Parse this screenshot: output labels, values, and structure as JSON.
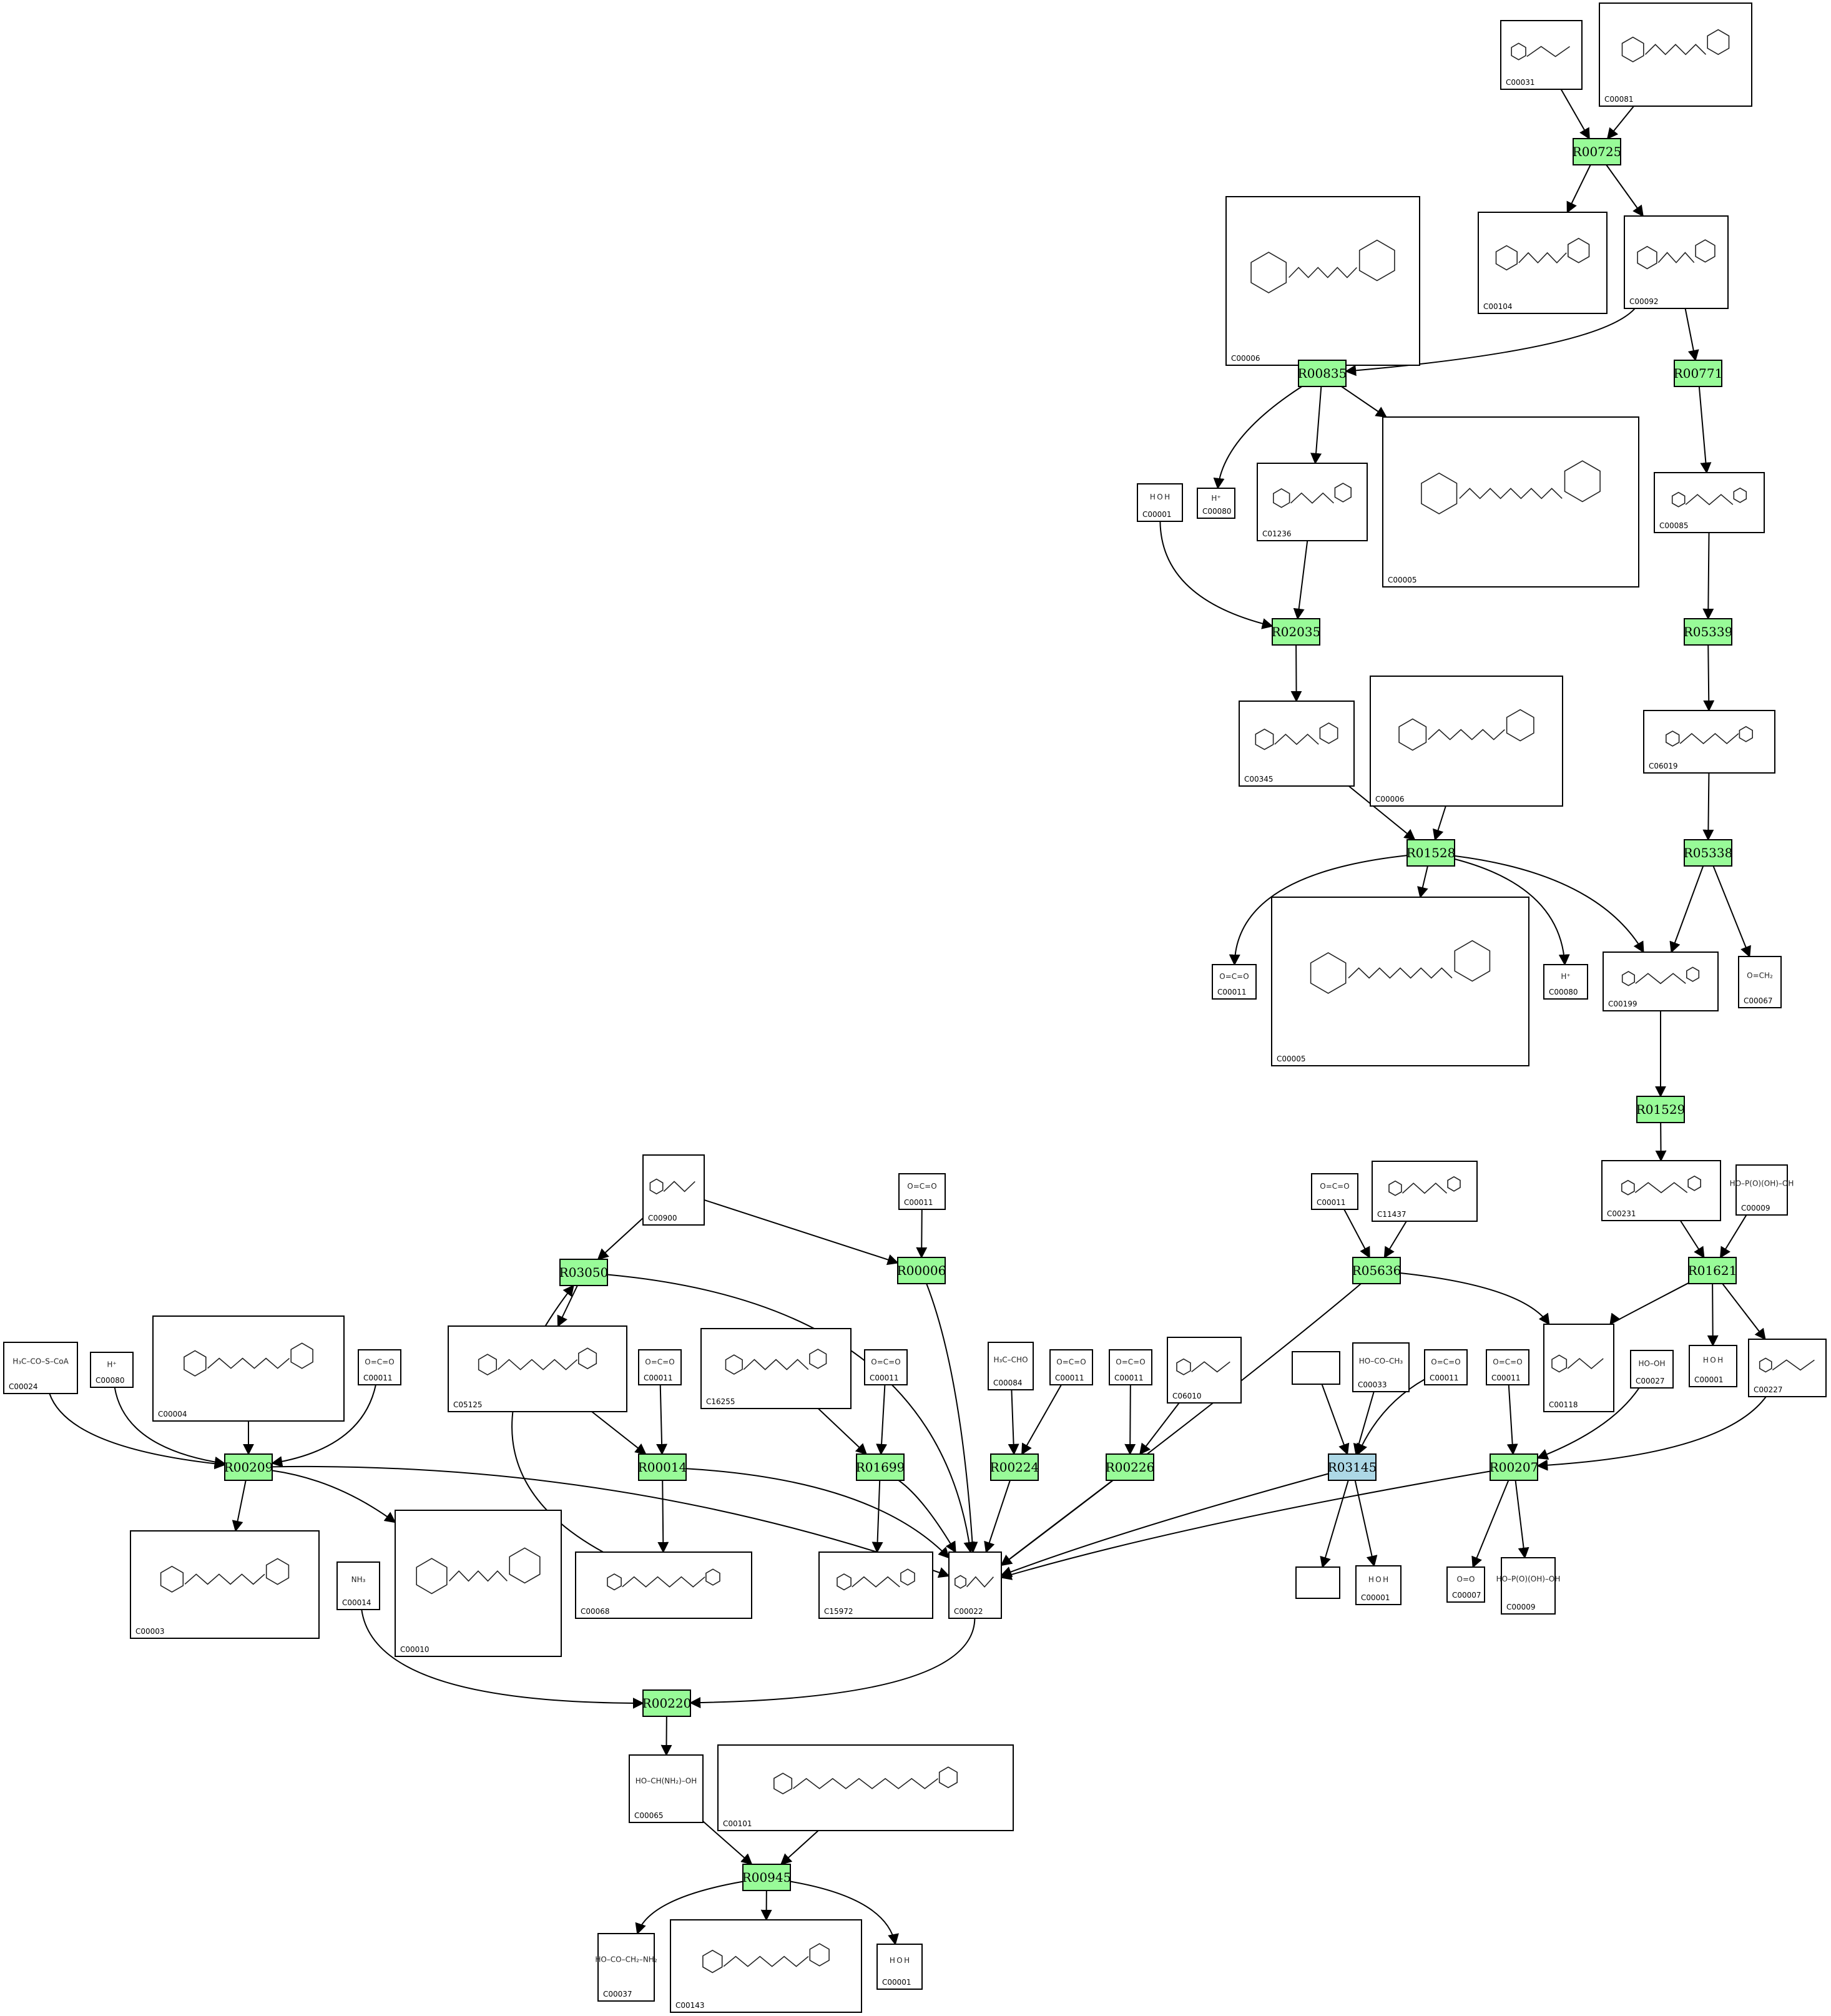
{
  "colors": {
    "reaction": "#98fb98",
    "reaction_highlight": "#add8e6",
    "edge": "#000000"
  },
  "reactions": [
    {
      "id": "R00725",
      "label": "R00725"
    },
    {
      "id": "R00835",
      "label": "R00835"
    },
    {
      "id": "R00771",
      "label": "R00771"
    },
    {
      "id": "R02035",
      "label": "R02035"
    },
    {
      "id": "R05339",
      "label": "R05339"
    },
    {
      "id": "R01528",
      "label": "R01528"
    },
    {
      "id": "R05338",
      "label": "R05338"
    },
    {
      "id": "R01529",
      "label": "R01529"
    },
    {
      "id": "R03050",
      "label": "R03050"
    },
    {
      "id": "R00006",
      "label": "R00006"
    },
    {
      "id": "R05636",
      "label": "R05636"
    },
    {
      "id": "R01621",
      "label": "R01621"
    },
    {
      "id": "R00209",
      "label": "R00209"
    },
    {
      "id": "R00014",
      "label": "R00014"
    },
    {
      "id": "R01699",
      "label": "R01699"
    },
    {
      "id": "R00224",
      "label": "R00224"
    },
    {
      "id": "R00226",
      "label": "R00226"
    },
    {
      "id": "R03145",
      "label": "R03145",
      "highlight": true
    },
    {
      "id": "R00207",
      "label": "R00207"
    },
    {
      "id": "R00220",
      "label": "R00220"
    },
    {
      "id": "R00945",
      "label": "R00945"
    }
  ],
  "compounds": [
    {
      "id": "n1",
      "label": "C00031"
    },
    {
      "id": "n2",
      "label": "C00081"
    },
    {
      "id": "n3",
      "label": "C00006"
    },
    {
      "id": "n4",
      "label": "C00104"
    },
    {
      "id": "n5",
      "label": "C00092"
    },
    {
      "id": "n6",
      "label": "C00001"
    },
    {
      "id": "n7",
      "label": "C00080"
    },
    {
      "id": "n8",
      "label": "C01236"
    },
    {
      "id": "n9",
      "label": "C00005"
    },
    {
      "id": "n10",
      "label": "C00085"
    },
    {
      "id": "n11",
      "label": "C00345"
    },
    {
      "id": "n12",
      "label": "C00006"
    },
    {
      "id": "n13",
      "label": "C06019"
    },
    {
      "id": "n14",
      "label": "C00011"
    },
    {
      "id": "n15",
      "label": "C00005"
    },
    {
      "id": "n16",
      "label": "C00080"
    },
    {
      "id": "n17",
      "label": "C00199"
    },
    {
      "id": "n18",
      "label": "C00067"
    },
    {
      "id": "n19",
      "label": "C00900"
    },
    {
      "id": "n20",
      "label": "C00011"
    },
    {
      "id": "n21",
      "label": "C00011"
    },
    {
      "id": "n22",
      "label": "C11437"
    },
    {
      "id": "n23",
      "label": "C00231"
    },
    {
      "id": "n24",
      "label": "C00009"
    },
    {
      "id": "n25",
      "label": "C00024"
    },
    {
      "id": "n26",
      "label": "C00080"
    },
    {
      "id": "n27",
      "label": "C00004"
    },
    {
      "id": "n28",
      "label": "C00011"
    },
    {
      "id": "n29",
      "label": "C05125"
    },
    {
      "id": "n30",
      "label": "C00011"
    },
    {
      "id": "n31",
      "label": "C16255"
    },
    {
      "id": "n32",
      "label": "C00011"
    },
    {
      "id": "n33",
      "label": "C00084"
    },
    {
      "id": "n34",
      "label": "C00011"
    },
    {
      "id": "n35",
      "label": "C00011"
    },
    {
      "id": "n36",
      "label": "C06010"
    },
    {
      "id": "n37",
      "label": ""
    },
    {
      "id": "n38",
      "label": "C00033"
    },
    {
      "id": "n39",
      "label": "C00011"
    },
    {
      "id": "n40",
      "label": "C00011"
    },
    {
      "id": "n41",
      "label": "C00118"
    },
    {
      "id": "n42",
      "label": "C00027"
    },
    {
      "id": "n43",
      "label": "C00001"
    },
    {
      "id": "n44",
      "label": "C00227"
    },
    {
      "id": "n45",
      "label": "C00003"
    },
    {
      "id": "n46",
      "label": "C00010"
    },
    {
      "id": "n47",
      "label": "C00014"
    },
    {
      "id": "n48",
      "label": "C00068"
    },
    {
      "id": "n49",
      "label": "C15972"
    },
    {
      "id": "n50",
      "label": "C00022"
    },
    {
      "id": "n51",
      "label": ""
    },
    {
      "id": "n52",
      "label": "C00001"
    },
    {
      "id": "n53",
      "label": "C00007"
    },
    {
      "id": "n54",
      "label": "C00009"
    },
    {
      "id": "n55",
      "label": "C00065"
    },
    {
      "id": "n56",
      "label": "C00101"
    },
    {
      "id": "n57",
      "label": "C00037"
    },
    {
      "id": "n58",
      "label": "C00143"
    },
    {
      "id": "n59",
      "label": "C00001"
    }
  ],
  "structure_labels": {
    "n6": "H O H",
    "n7": "H⁺",
    "n16": "H⁺",
    "n26": "H⁺",
    "n14": "O=C=O",
    "n20": "O=C=O",
    "n21": "O=C=O",
    "n28": "O=C=O",
    "n30": "O=C=O",
    "n32": "O=C=O",
    "n34": "O=C=O",
    "n35": "O=C=O",
    "n39": "O=C=O",
    "n40": "O=C=O",
    "n18": "O=CH₂",
    "n25": "H₃C–CO–S–CoA",
    "n33": "H₃C–CHO",
    "n38": "HO–CO–CH₃",
    "n42": "HO–OH",
    "n43": "H O H",
    "n47": "NH₃",
    "n52": "H O H",
    "n53": "O=O",
    "n54": "HO–P(O)(OH)–OH",
    "n24": "HO–P(O)(OH)–OH",
    "n59": "H O H",
    "n57": "HO–CO–CH₂–NH₂",
    "n55": "HO–CH(NH₂)–OH"
  }
}
